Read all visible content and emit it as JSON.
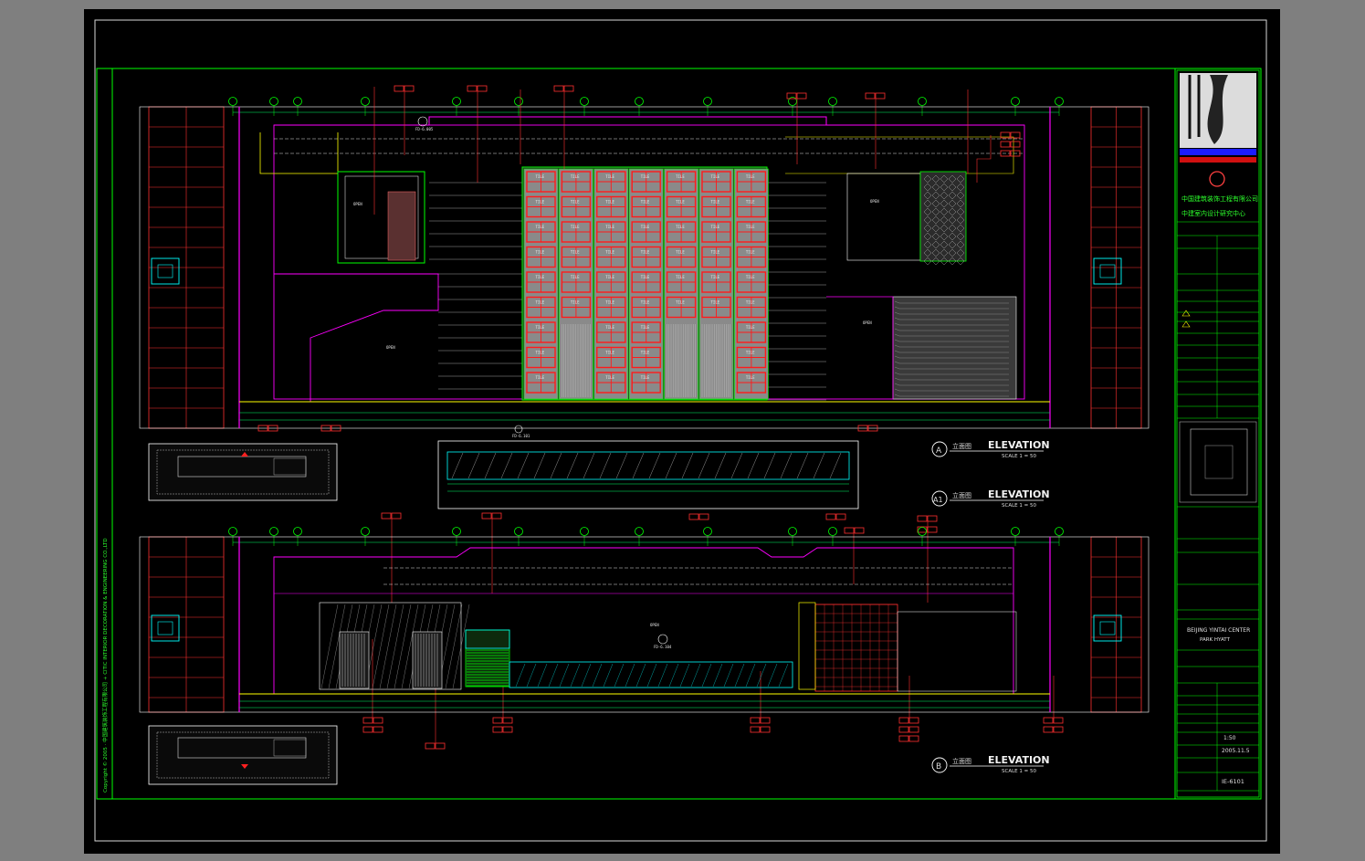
{
  "colors": {
    "background": "#000000",
    "frame": "#00ff00",
    "grid_line": "#ff3030",
    "wall": "#ff00ff",
    "dimension": "#00ff66",
    "accent_yellow": "#ffff00",
    "accent_cyan": "#00ffff",
    "tile_fill": "#8a8a8a"
  },
  "sheet": {
    "side_text": "Copyright © 2005 · 中国建筑装饰工程有限公司 + CITIC INTERIOR DECORATION & ENGINEERING CO.,LTD"
  },
  "elevations": [
    {
      "mark": "A",
      "label_cn": "立面图",
      "title": "ELEVATION",
      "scale": "SCALE 1 = 50"
    },
    {
      "mark": "A1",
      "label_cn": "立面图",
      "title": "ELEVATION",
      "scale": "SCALE 1 = 50"
    },
    {
      "mark": "B",
      "label_cn": "立面图",
      "title": "ELEVATION",
      "scale": "SCALE 1 = 50"
    }
  ],
  "elevation_a": {
    "open_labels": [
      "OPEN",
      "OPEN",
      "OPEN",
      "OPEN"
    ],
    "tile_label": "TILE",
    "section_refs": [
      "FD-6.005",
      "FD-6.101"
    ]
  },
  "elevation_b": {
    "open_label": "OPEN",
    "section_ref": "FD-6.104"
  },
  "title_block": {
    "company_cn": "中国建筑装饰工程有限公司",
    "dept_cn": "中建室内设计研究中心",
    "project_en": "BEIJING YINTAI CENTER",
    "project_sub": "PARK HYATT",
    "scale": "1:50",
    "date": "2005.11.5",
    "drawing_no": "IE-6101"
  }
}
